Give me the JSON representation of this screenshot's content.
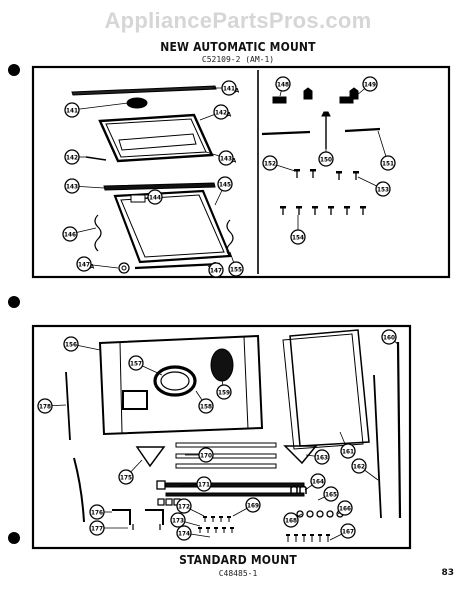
{
  "watermark": "AppliancePartsPros.com",
  "page_number": "83",
  "automatic_mount": {
    "title": "NEW AUTOMATIC MOUNT",
    "model": "C52109-2 (AM-1)",
    "callouts": [
      "141",
      "141",
      "142",
      "142",
      "143",
      "143",
      "144",
      "145",
      "146",
      "147",
      "147",
      "148",
      "149",
      "150",
      "151",
      "152",
      "153",
      "154",
      "155"
    ],
    "suffix": "A"
  },
  "standard_mount": {
    "title": "STANDARD MOUNT",
    "model": "C48485-1",
    "callouts": [
      "156",
      "157",
      "158",
      "159",
      "160",
      "161",
      "162",
      "163",
      "164",
      "165",
      "166",
      "167",
      "168",
      "169",
      "170",
      "171",
      "172",
      "173",
      "174",
      "175",
      "176",
      "177",
      "178"
    ]
  }
}
